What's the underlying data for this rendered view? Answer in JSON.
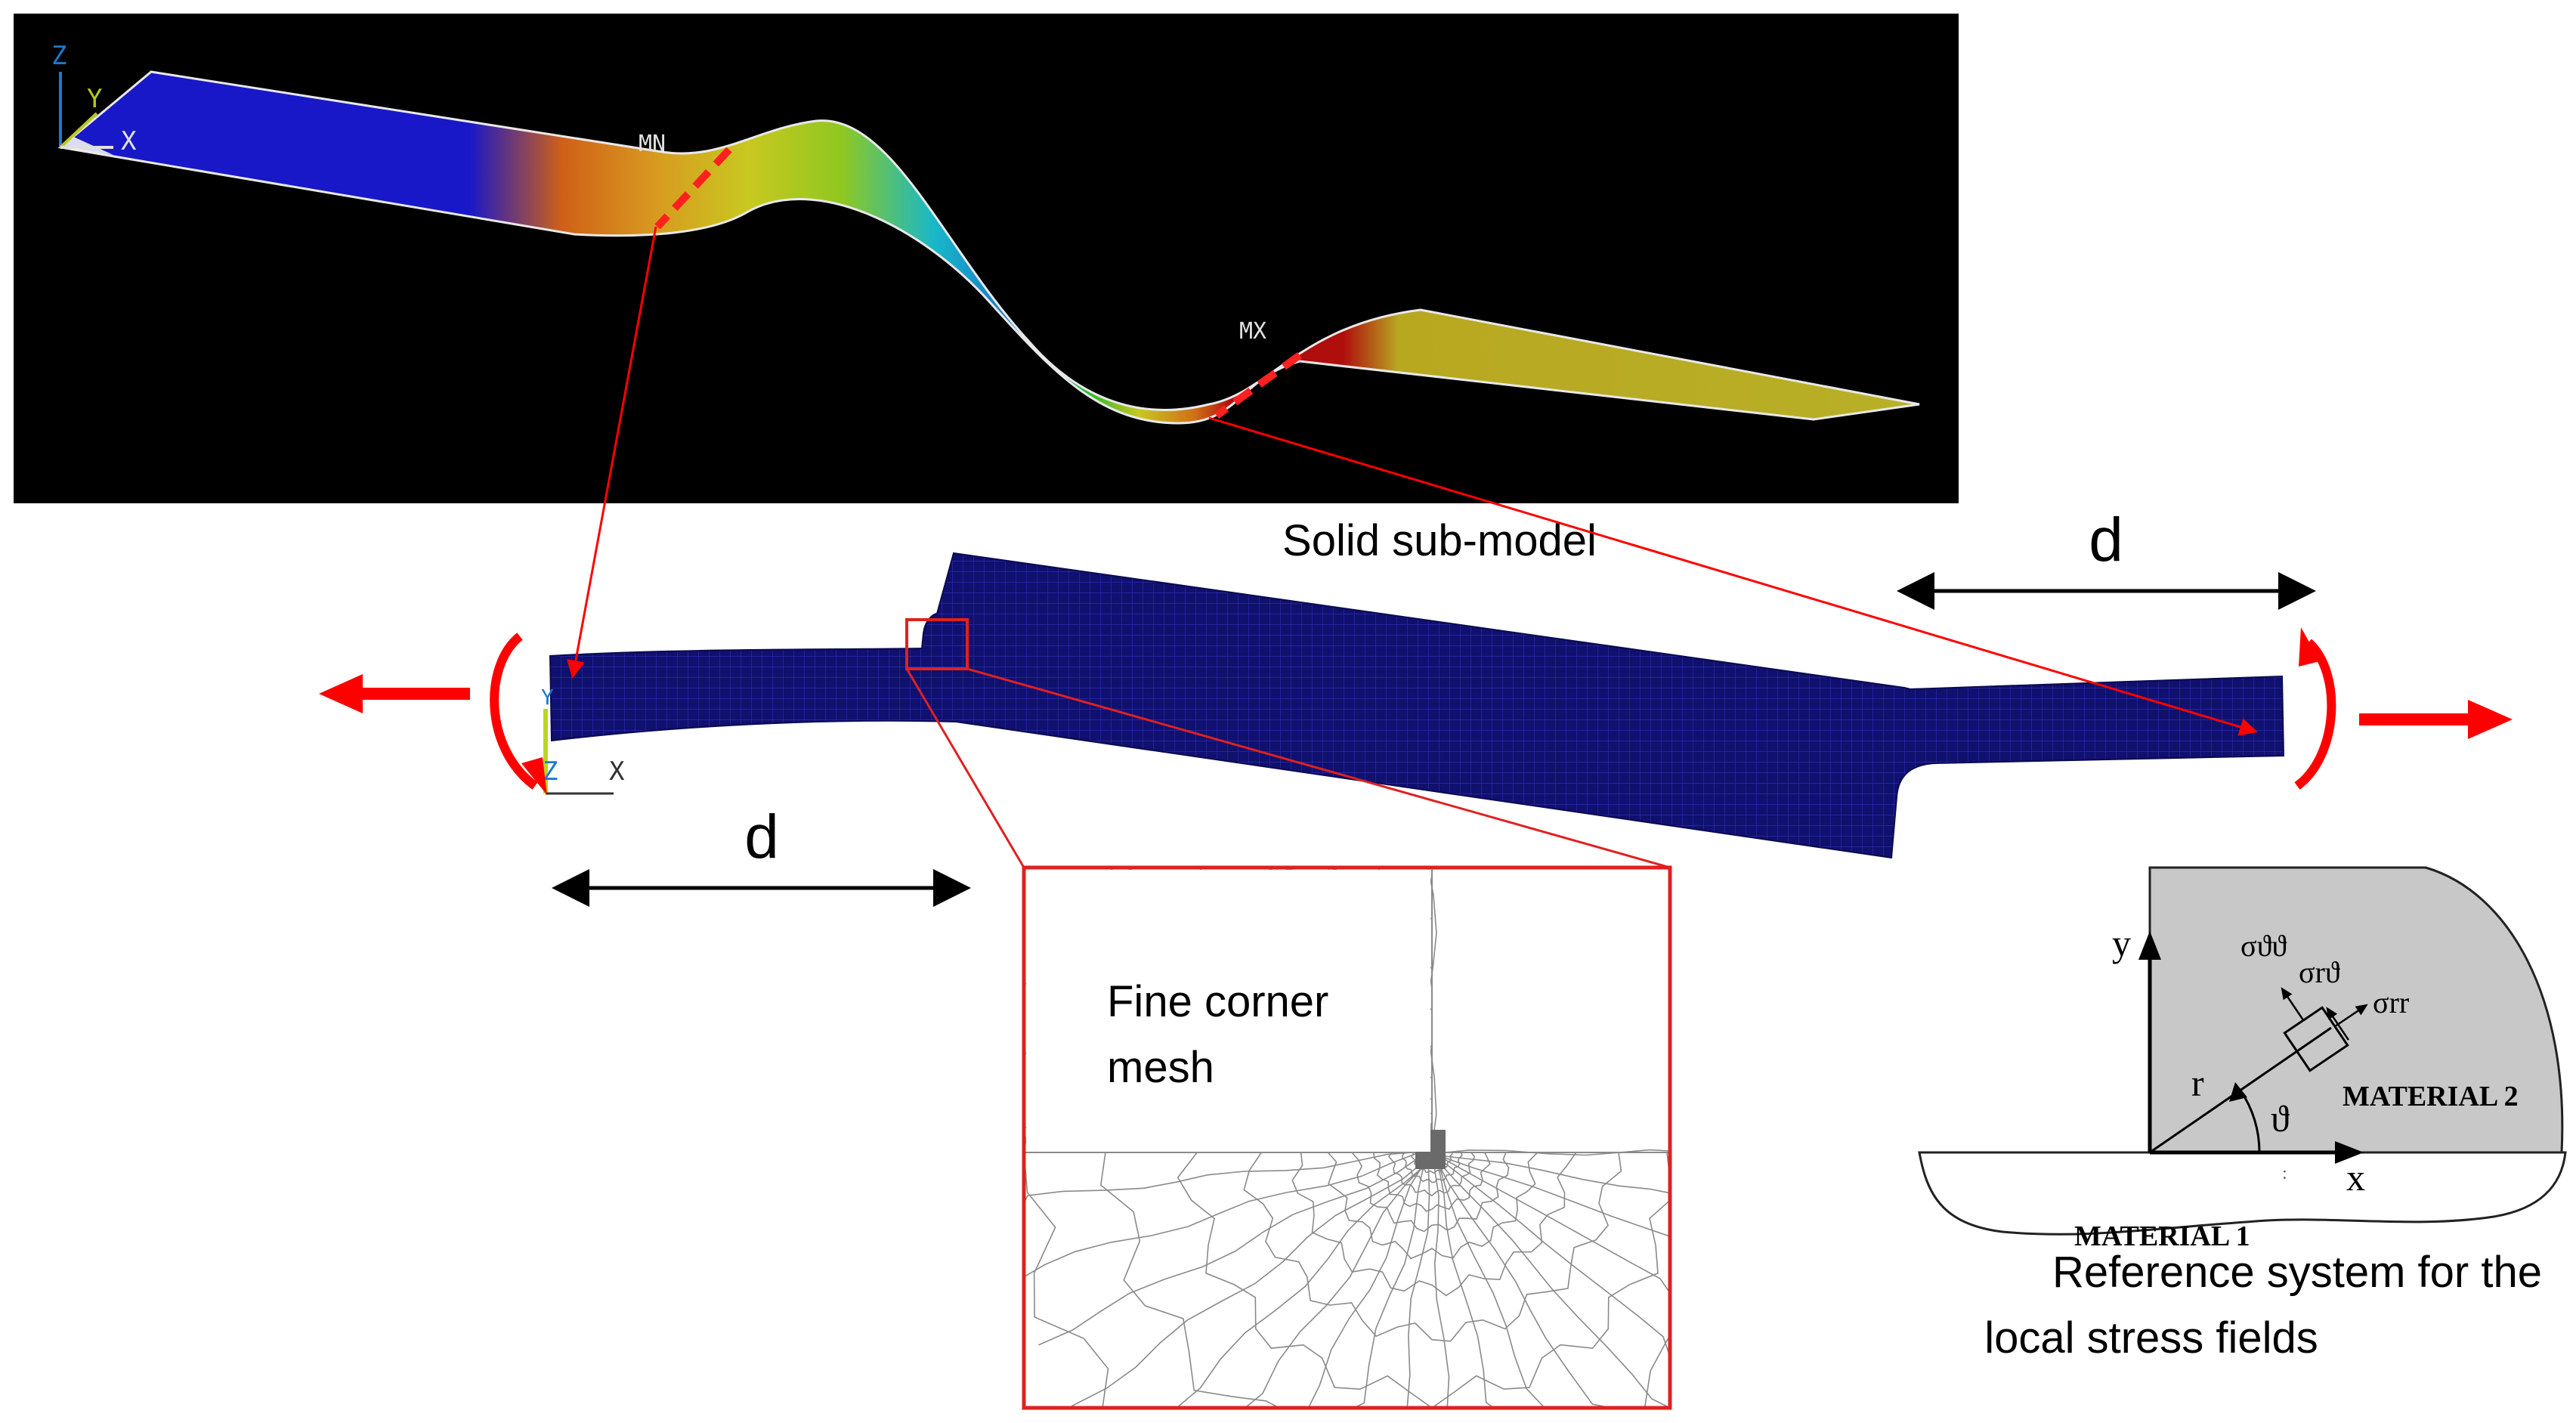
{
  "global_panel": {
    "title": "Global shell model",
    "min_label": "MN",
    "max_label": "MX",
    "triad": {
      "z": "Z",
      "y": "Y",
      "x": "X"
    }
  },
  "submodel": {
    "title": "Solid sub-model",
    "triad": {
      "y": "Y",
      "z": "Z",
      "x": "X"
    },
    "dim_left": "d",
    "dim_right": "d"
  },
  "detail": {
    "caption_line1": "Fine corner",
    "caption_line2": "mesh"
  },
  "reference": {
    "axis_y": "y",
    "axis_x": "x",
    "sigma_tt": "σϑϑ",
    "sigma_rt": "σrϑ",
    "sigma_rr": "σrr",
    "r": "r",
    "theta": "ϑ",
    "material2": "MATERIAL 2",
    "material1": "MATERIAL 1",
    "caption_line1": "Reference system for the",
    "caption_line2": "local stress fields"
  },
  "colors": {
    "global_background": "#000000",
    "submodel_mesh": "#12127a",
    "connector": "#ff0000",
    "load_arrow": "#ff0000",
    "detail_border": "#e02020",
    "material_fill": "#c8c8c8",
    "contour": [
      "#1a1acc",
      "#1a6acc",
      "#19aecc",
      "#10b830",
      "#8cc820",
      "#c8c820",
      "#d88a20",
      "#d0401a",
      "#b00d0d"
    ]
  }
}
